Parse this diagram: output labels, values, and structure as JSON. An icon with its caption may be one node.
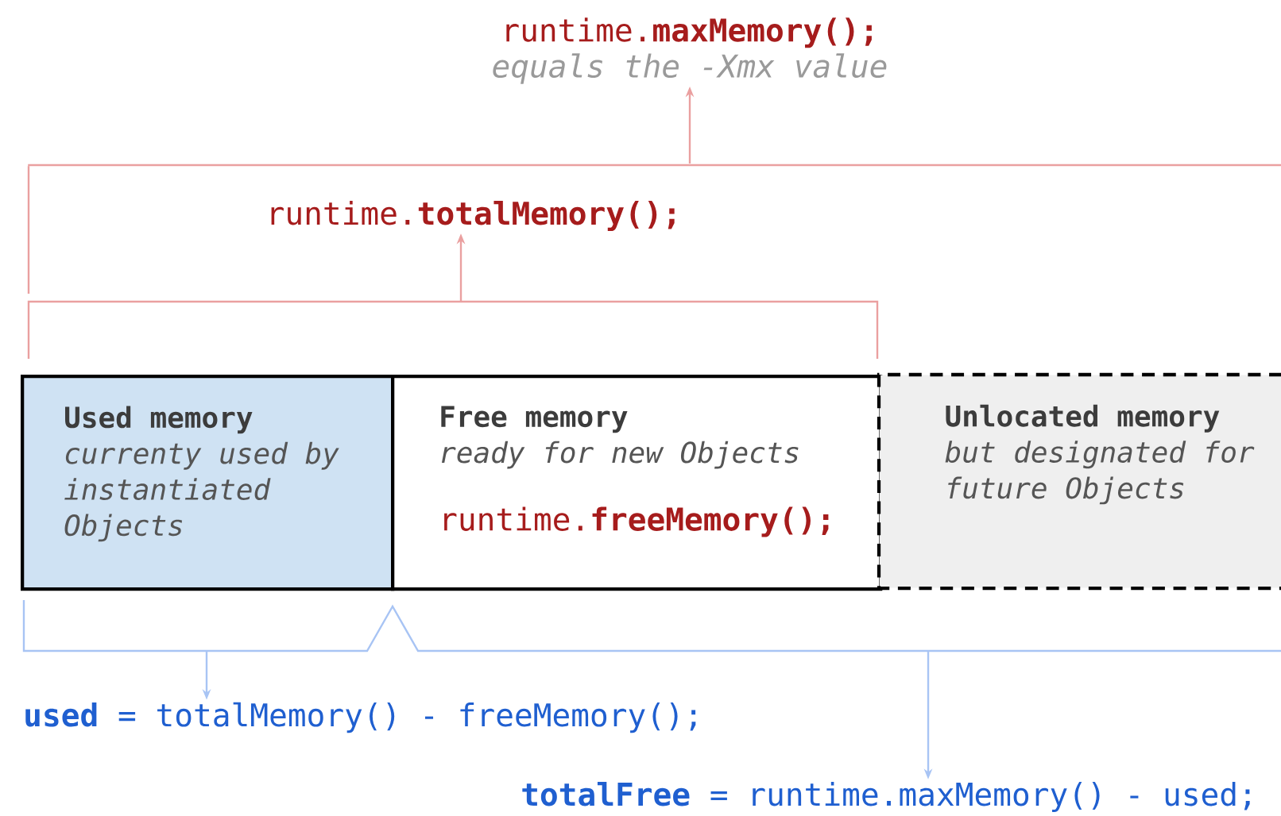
{
  "diagram": {
    "nodes": [
      {
        "text": [
          "runtime.**maxMemory();**",
          "equals the -Xmx value"
        ]
      },
      {
        "text": [
          "runtime.**totalMemory();**"
        ]
      },
      {
        "text": [
          "Used memory",
          "currenty used by instantiated Objects"
        ]
      },
      {
        "text": [
          "Free memory",
          "ready for new Objects",
          "runtime.**freeMemory();**"
        ]
      },
      {
        "text": [
          "Unlocated memory",
          "but designated for future Objects"
        ]
      },
      {
        "text": [
          "**used** = totalMemory() - freeMemory();"
        ]
      },
      {
        "text": [
          "**totalFree** = runtime.maxMemory() - used;"
        ]
      },
      {
        "text": [],
        "shape": "bracket"
      },
      {
        "text": [],
        "shape": "bracket"
      },
      {
        "text": [],
        "shape": "bracket"
      }
    ],
    "edges": [
      {
        "from": 7,
        "to": 0,
        "arrow": "to",
        "color": "#eaa0a0"
      },
      {
        "from": 8,
        "to": 1,
        "arrow": "to",
        "color": "#eaa0a0"
      },
      {
        "from": 9,
        "to": 5,
        "arrow": "to",
        "color": "#a8c4f4"
      },
      {
        "from": 9,
        "to": 6,
        "arrow": "to",
        "color": "#a8c4f4"
      }
    ]
  }
}
